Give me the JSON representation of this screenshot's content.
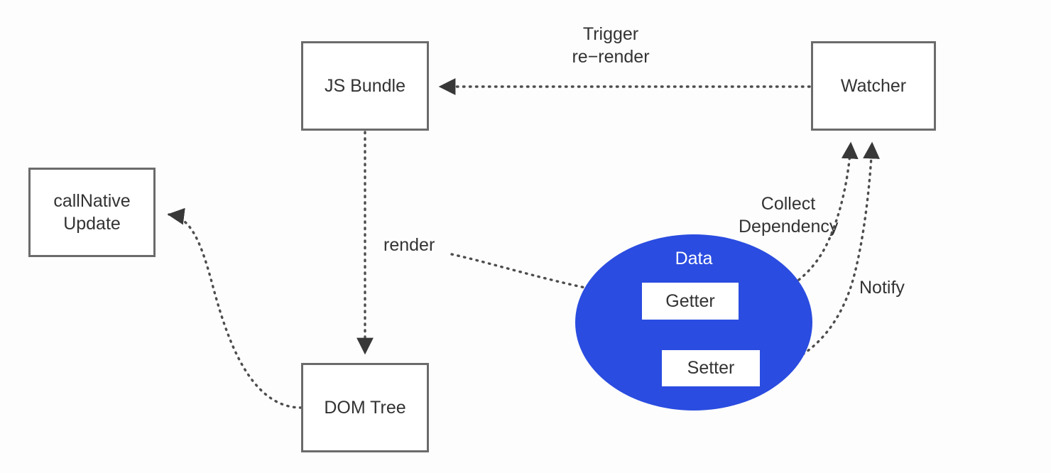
{
  "diagram": {
    "title": "Vue reactivity / Weex render flow diagram",
    "background_color": "#fdfdfd",
    "node_border_color": "#6b6b6b",
    "data_fill_color": "#2a4ce0",
    "edge_color": "#4d4d4d",
    "nodes": [
      {
        "id": "js-bundle",
        "label": "JS Bundle",
        "shape": "rect"
      },
      {
        "id": "watcher",
        "label": "Watcher",
        "shape": "rect"
      },
      {
        "id": "call-native-update",
        "label": "callNative\nUpdate",
        "shape": "rect"
      },
      {
        "id": "dom-tree",
        "label": "DOM Tree",
        "shape": "rect"
      },
      {
        "id": "data",
        "label": "Data",
        "shape": "ellipse"
      },
      {
        "id": "getter",
        "label": "Getter",
        "shape": "rect"
      },
      {
        "id": "setter",
        "label": "Setter",
        "shape": "rect"
      }
    ],
    "edges": [
      {
        "id": "trigger-re-render",
        "label": "Trigger\nre−render",
        "from": "watcher",
        "to": "js-bundle",
        "style": "dotted",
        "arrow": "to"
      },
      {
        "id": "render",
        "label": "render",
        "from": "js-bundle",
        "to": "getter",
        "style": "dotted",
        "arrow": "to"
      },
      {
        "id": "js-bundle-to-dom-tree",
        "label": "",
        "from": "js-bundle",
        "to": "dom-tree",
        "style": "dotted",
        "arrow": "to"
      },
      {
        "id": "dom-tree-to-call-native",
        "label": "",
        "from": "dom-tree",
        "to": "call-native-update",
        "style": "dotted",
        "arrow": "to"
      },
      {
        "id": "collect-dependency",
        "label": "Collect\nDependency",
        "from": "getter",
        "to": "watcher",
        "style": "dotted",
        "arrow": "to"
      },
      {
        "id": "notify",
        "label": "Notify",
        "from": "setter",
        "to": "watcher",
        "style": "dotted",
        "arrow": "to"
      }
    ]
  }
}
